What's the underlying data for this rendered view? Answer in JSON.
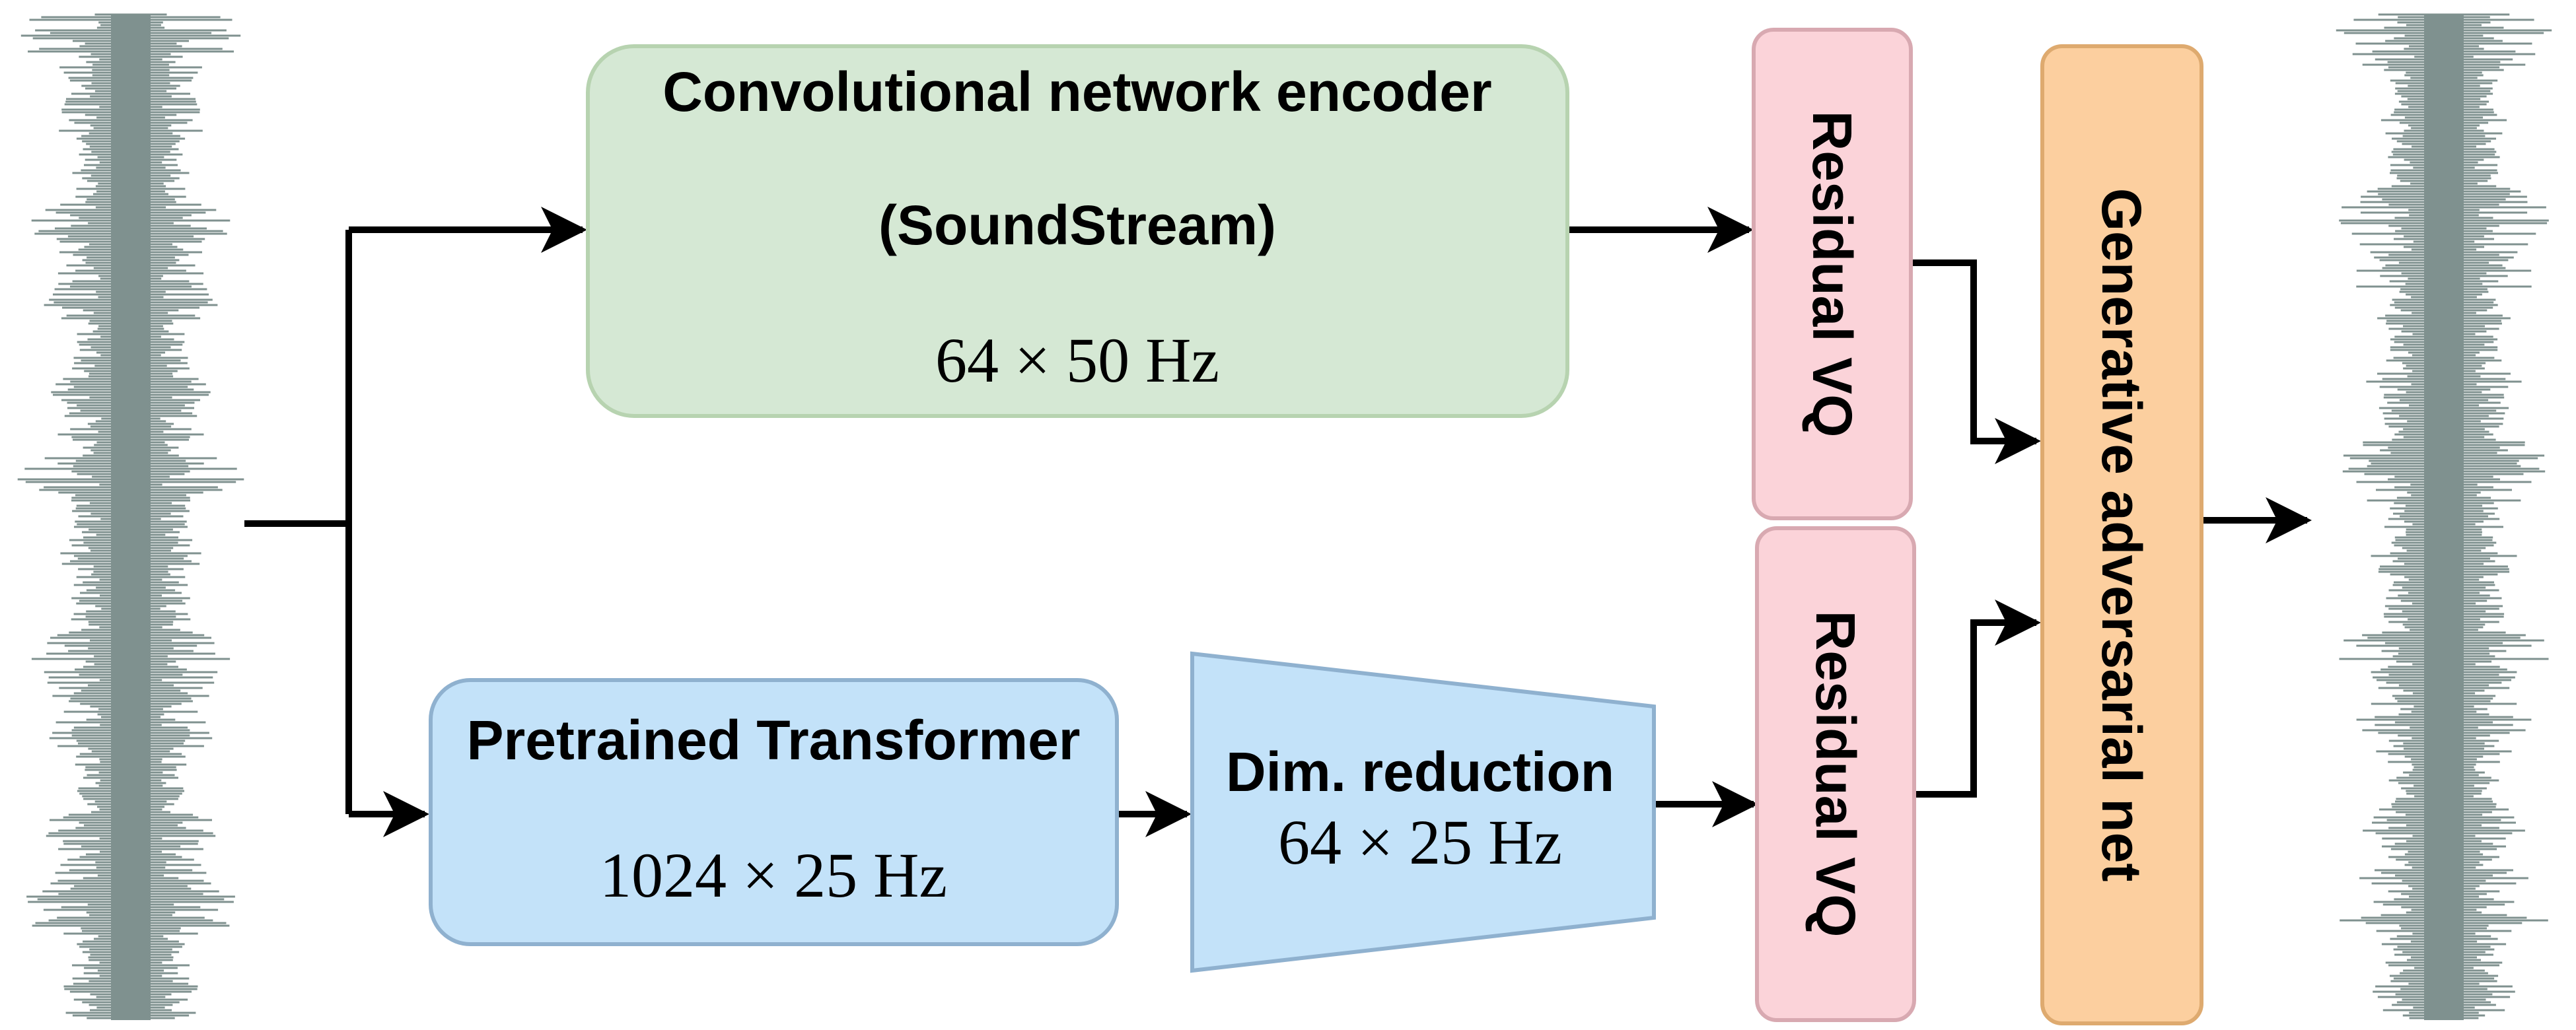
{
  "encoder": {
    "title": "Convolutional network encoder",
    "subtitle": "(SoundStream)",
    "rate": "64 × 50 Hz",
    "fill": "#d5e8d4",
    "stroke": "#b7d3b0"
  },
  "transformer": {
    "title": "Pretrained Transformer",
    "rate": "1024 × 25 Hz",
    "fill": "#c3e2f9",
    "stroke": "#8fb1cf"
  },
  "dim_reduction": {
    "title": "Dim. reduction",
    "rate": "64 × 25 Hz",
    "fill": "#c3e2f9",
    "stroke": "#8fb1cf"
  },
  "rvq_top": {
    "label": "Residual VQ",
    "fill": "#fbd3d9",
    "stroke": "#d8a9b1"
  },
  "rvq_bottom": {
    "label": "Residual VQ",
    "fill": "#fbd3d9",
    "stroke": "#d8a9b1"
  },
  "gan": {
    "label": "Generative adversarial net",
    "fill": "#fccf9f",
    "stroke": "#deaa6f"
  },
  "waveform_color": "#7f918f",
  "arrow_color": "#000000"
}
